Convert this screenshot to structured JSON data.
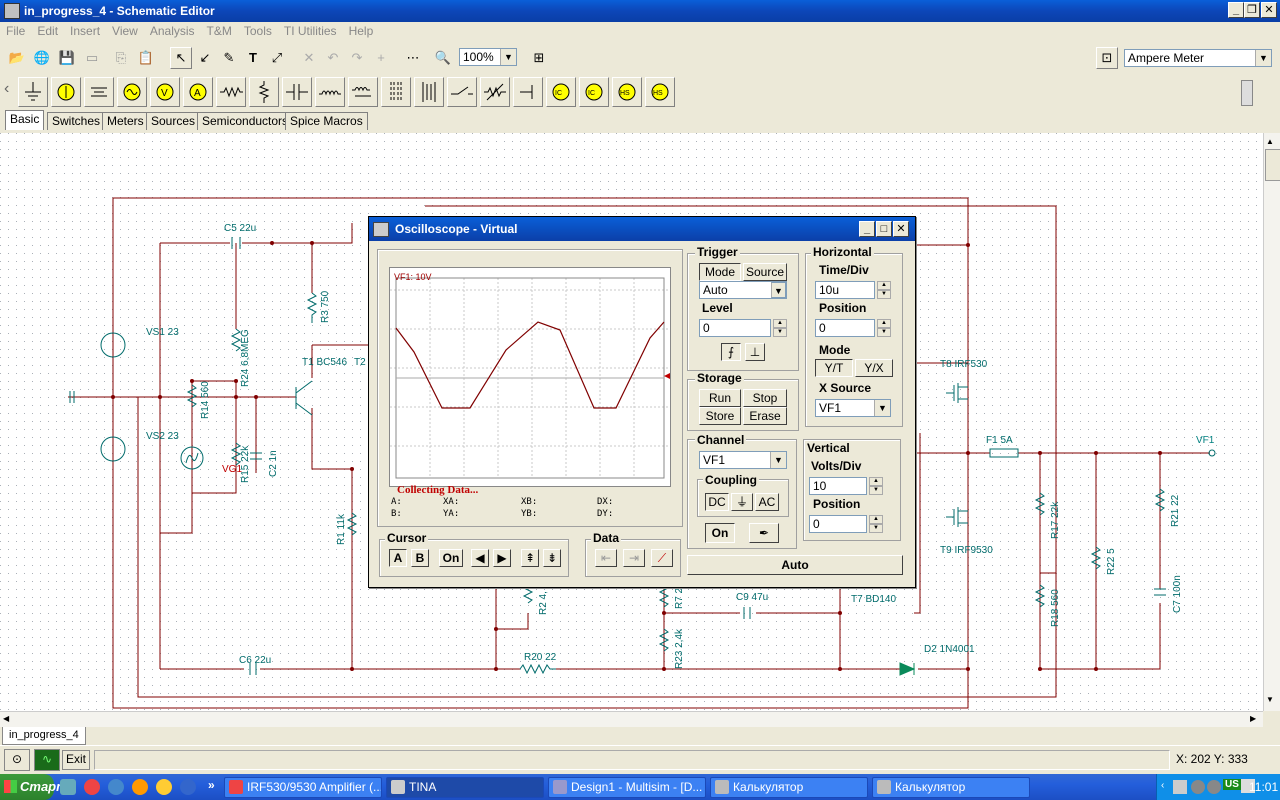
{
  "window": {
    "title": "in_progress_4 - Schematic Editor"
  },
  "menu": [
    "File",
    "Edit",
    "Insert",
    "View",
    "Analysis",
    "T&M",
    "Tools",
    "TI Utilities",
    "Help"
  ],
  "toolbar": {
    "zoom": "100%",
    "meter_select": "Ampere Meter"
  },
  "component_tabs": [
    "Basic",
    "Switches",
    "Meters",
    "Sources",
    "Semiconductors",
    "Spice Macros"
  ],
  "schematic": {
    "labels": {
      "c5": "C5 22u",
      "vs1": "VS1 23",
      "vs2": "VS2 23",
      "r24": "R24 6,8MEG",
      "r14": "R14 560",
      "r3": "R3 750",
      "t1": "T1 BC546",
      "t2": "T2",
      "vg1": "VG1",
      "r15": "R15 22k",
      "c2": "C2 1n",
      "r1": "R1 11k",
      "c6": "C6 22u",
      "r20": "R20 22",
      "r2": "R2 4,",
      "r7": "R7 2",
      "r23": "R23 2,4k",
      "c9": "C9 47u",
      "t7": "T7 BD140",
      "d2": "D2 1N4001",
      "t8": "T8 IRF530",
      "t9": "T9 IRF9530",
      "f1": "F1 5A",
      "vf1": "VF1",
      "r17": "R17 22k",
      "r18": "R18 560",
      "r22": "R22 5",
      "r21": "R21 22",
      "c7": "C7 100n"
    }
  },
  "scope": {
    "title": "Oscilloscope - Virtual",
    "trace_label": "VF1: 10V",
    "status": "Collecting Data...",
    "readouts": {
      "a": "A:",
      "b": "B:",
      "xa": "XA:",
      "ya": "YA:",
      "xb": "XB:",
      "yb": "YB:",
      "dx": "DX:",
      "dy": "DY:"
    },
    "trigger": {
      "title": "Trigger",
      "mode_btn": "Mode",
      "source_btn": "Source",
      "mode_value": "Auto",
      "level_label": "Level",
      "level_value": "0"
    },
    "horizontal": {
      "title": "Horizontal",
      "timediv_label": "Time/Div",
      "timediv_value": "10u",
      "position_label": "Position",
      "position_value": "0",
      "mode_label": "Mode",
      "yt": "Y/T",
      "yx": "Y/X",
      "xsource_label": "X Source",
      "xsource_value": "VF1"
    },
    "storage": {
      "title": "Storage",
      "run": "Run",
      "stop": "Stop",
      "store": "Store",
      "erase": "Erase"
    },
    "channel": {
      "title": "Channel",
      "value": "VF1",
      "coupling_title": "Coupling",
      "dc": "DC",
      "gnd": "⏚",
      "ac": "AC",
      "on": "On"
    },
    "vertical": {
      "title": "Vertical",
      "voltsdiv_label": "Volts/Div",
      "voltsdiv_value": "10",
      "position_label": "Position",
      "position_value": "0"
    },
    "cursor": {
      "title": "Cursor",
      "a": "A",
      "b": "B",
      "on": "On"
    },
    "data_title": "Data",
    "auto": "Auto"
  },
  "tabs": {
    "doc": "in_progress_4"
  },
  "status": {
    "exit": "Exit",
    "coords": "X: 202 Y: 333"
  },
  "taskbar": {
    "start": "Старт",
    "tasks": [
      "IRF530/9530 Amplifier (...",
      "TINA",
      "Design1 - Multisim - [D...",
      "Калькулятор",
      "Калькулятор"
    ],
    "tray_lang": "US",
    "clock": "11:01"
  },
  "colors": {
    "wire": "#800000",
    "component": "#006b6b",
    "title_blue": "#0a4fc8",
    "trace": "#800000"
  }
}
